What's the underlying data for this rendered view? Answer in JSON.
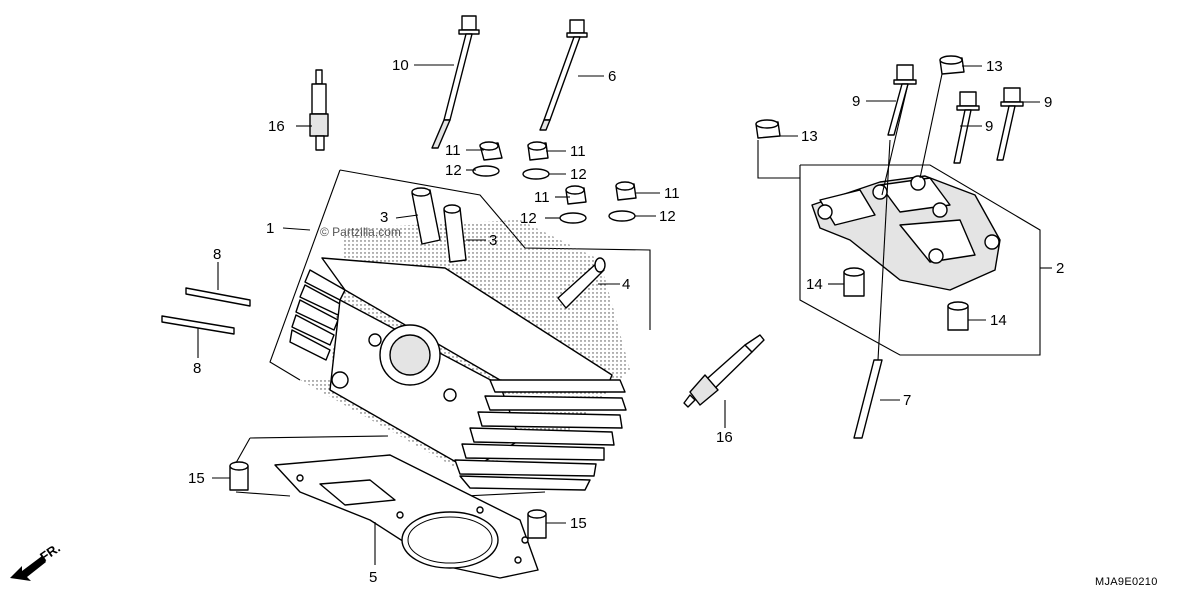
{
  "diagram": {
    "figure_code": "MJA9E0210",
    "watermark": "© Partzilla.com",
    "front_marker": "FR.",
    "callouts": [
      {
        "id": "c1",
        "text": "1"
      },
      {
        "id": "c2",
        "text": "2"
      },
      {
        "id": "c3a",
        "text": "3"
      },
      {
        "id": "c3b",
        "text": "3"
      },
      {
        "id": "c4",
        "text": "4"
      },
      {
        "id": "c5",
        "text": "5"
      },
      {
        "id": "c6",
        "text": "6"
      },
      {
        "id": "c7",
        "text": "7"
      },
      {
        "id": "c8a",
        "text": "8"
      },
      {
        "id": "c8b",
        "text": "8"
      },
      {
        "id": "c9a",
        "text": "9"
      },
      {
        "id": "c9b",
        "text": "9"
      },
      {
        "id": "c9c",
        "text": "9"
      },
      {
        "id": "c10",
        "text": "10"
      },
      {
        "id": "c11a",
        "text": "11"
      },
      {
        "id": "c11b",
        "text": "11"
      },
      {
        "id": "c11c",
        "text": "11"
      },
      {
        "id": "c11d",
        "text": "11"
      },
      {
        "id": "c12a",
        "text": "12"
      },
      {
        "id": "c12b",
        "text": "12"
      },
      {
        "id": "c12c",
        "text": "12"
      },
      {
        "id": "c12d",
        "text": "12"
      },
      {
        "id": "c13a",
        "text": "13"
      },
      {
        "id": "c13b",
        "text": "13"
      },
      {
        "id": "c14a",
        "text": "14"
      },
      {
        "id": "c14b",
        "text": "14"
      },
      {
        "id": "c15a",
        "text": "15"
      },
      {
        "id": "c15b",
        "text": "15"
      },
      {
        "id": "c16a",
        "text": "16"
      },
      {
        "id": "c16b",
        "text": "16"
      }
    ]
  }
}
